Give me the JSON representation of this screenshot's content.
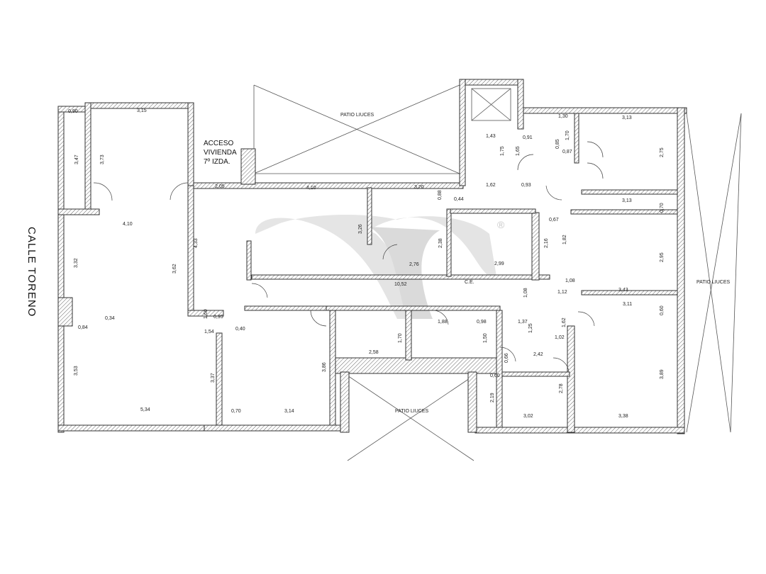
{
  "street_label": "CALLE TORENO",
  "access_label": [
    "ACCESO",
    "VIVIENDA",
    "7º IZDA."
  ],
  "patio_labels": [
    "PATIO LIUCES",
    "PATIO LIUCES",
    "PATIO LIUCES"
  ],
  "ce_label": "C.E.",
  "watermark_symbol": "®",
  "colors": {
    "wall": "#333333",
    "hatch": "#666666",
    "watermark": "#c8c8c8"
  },
  "dimensions": [
    "0,90",
    "3,15",
    "3,47",
    "3,73",
    "4,10",
    "2,05",
    "4,10",
    "3,20",
    "3,13",
    "1,43",
    "0,91",
    "1,75",
    "1,65",
    "1,30",
    "0,85",
    "1,70",
    "0,87",
    "2,75",
    "0,88",
    "0,44",
    "1,62",
    "0,93",
    "3,13",
    "0,70",
    "3,26",
    "2,38",
    "0,67",
    "1,82",
    "2,16",
    "2,95",
    "3,32",
    "3,62",
    "4,33",
    "2,76",
    "2,99",
    "10,52",
    "3,43",
    "1,08",
    "1,12",
    "1,08",
    "0,34",
    "0,84",
    "1,60",
    "0,95",
    "1,54",
    "0,40",
    "1,88",
    "0,98",
    "1,37",
    "3,11",
    "0,60",
    "1,62",
    "1,70",
    "1,50",
    "1,25",
    "1,02",
    "2,58",
    "2,42",
    "0,66",
    "3,53",
    "3,37",
    "3,86",
    "0,60",
    "2,19",
    "2,78",
    "3,89",
    "5,34",
    "0,70",
    "3,14",
    "3,02",
    "3,38"
  ]
}
